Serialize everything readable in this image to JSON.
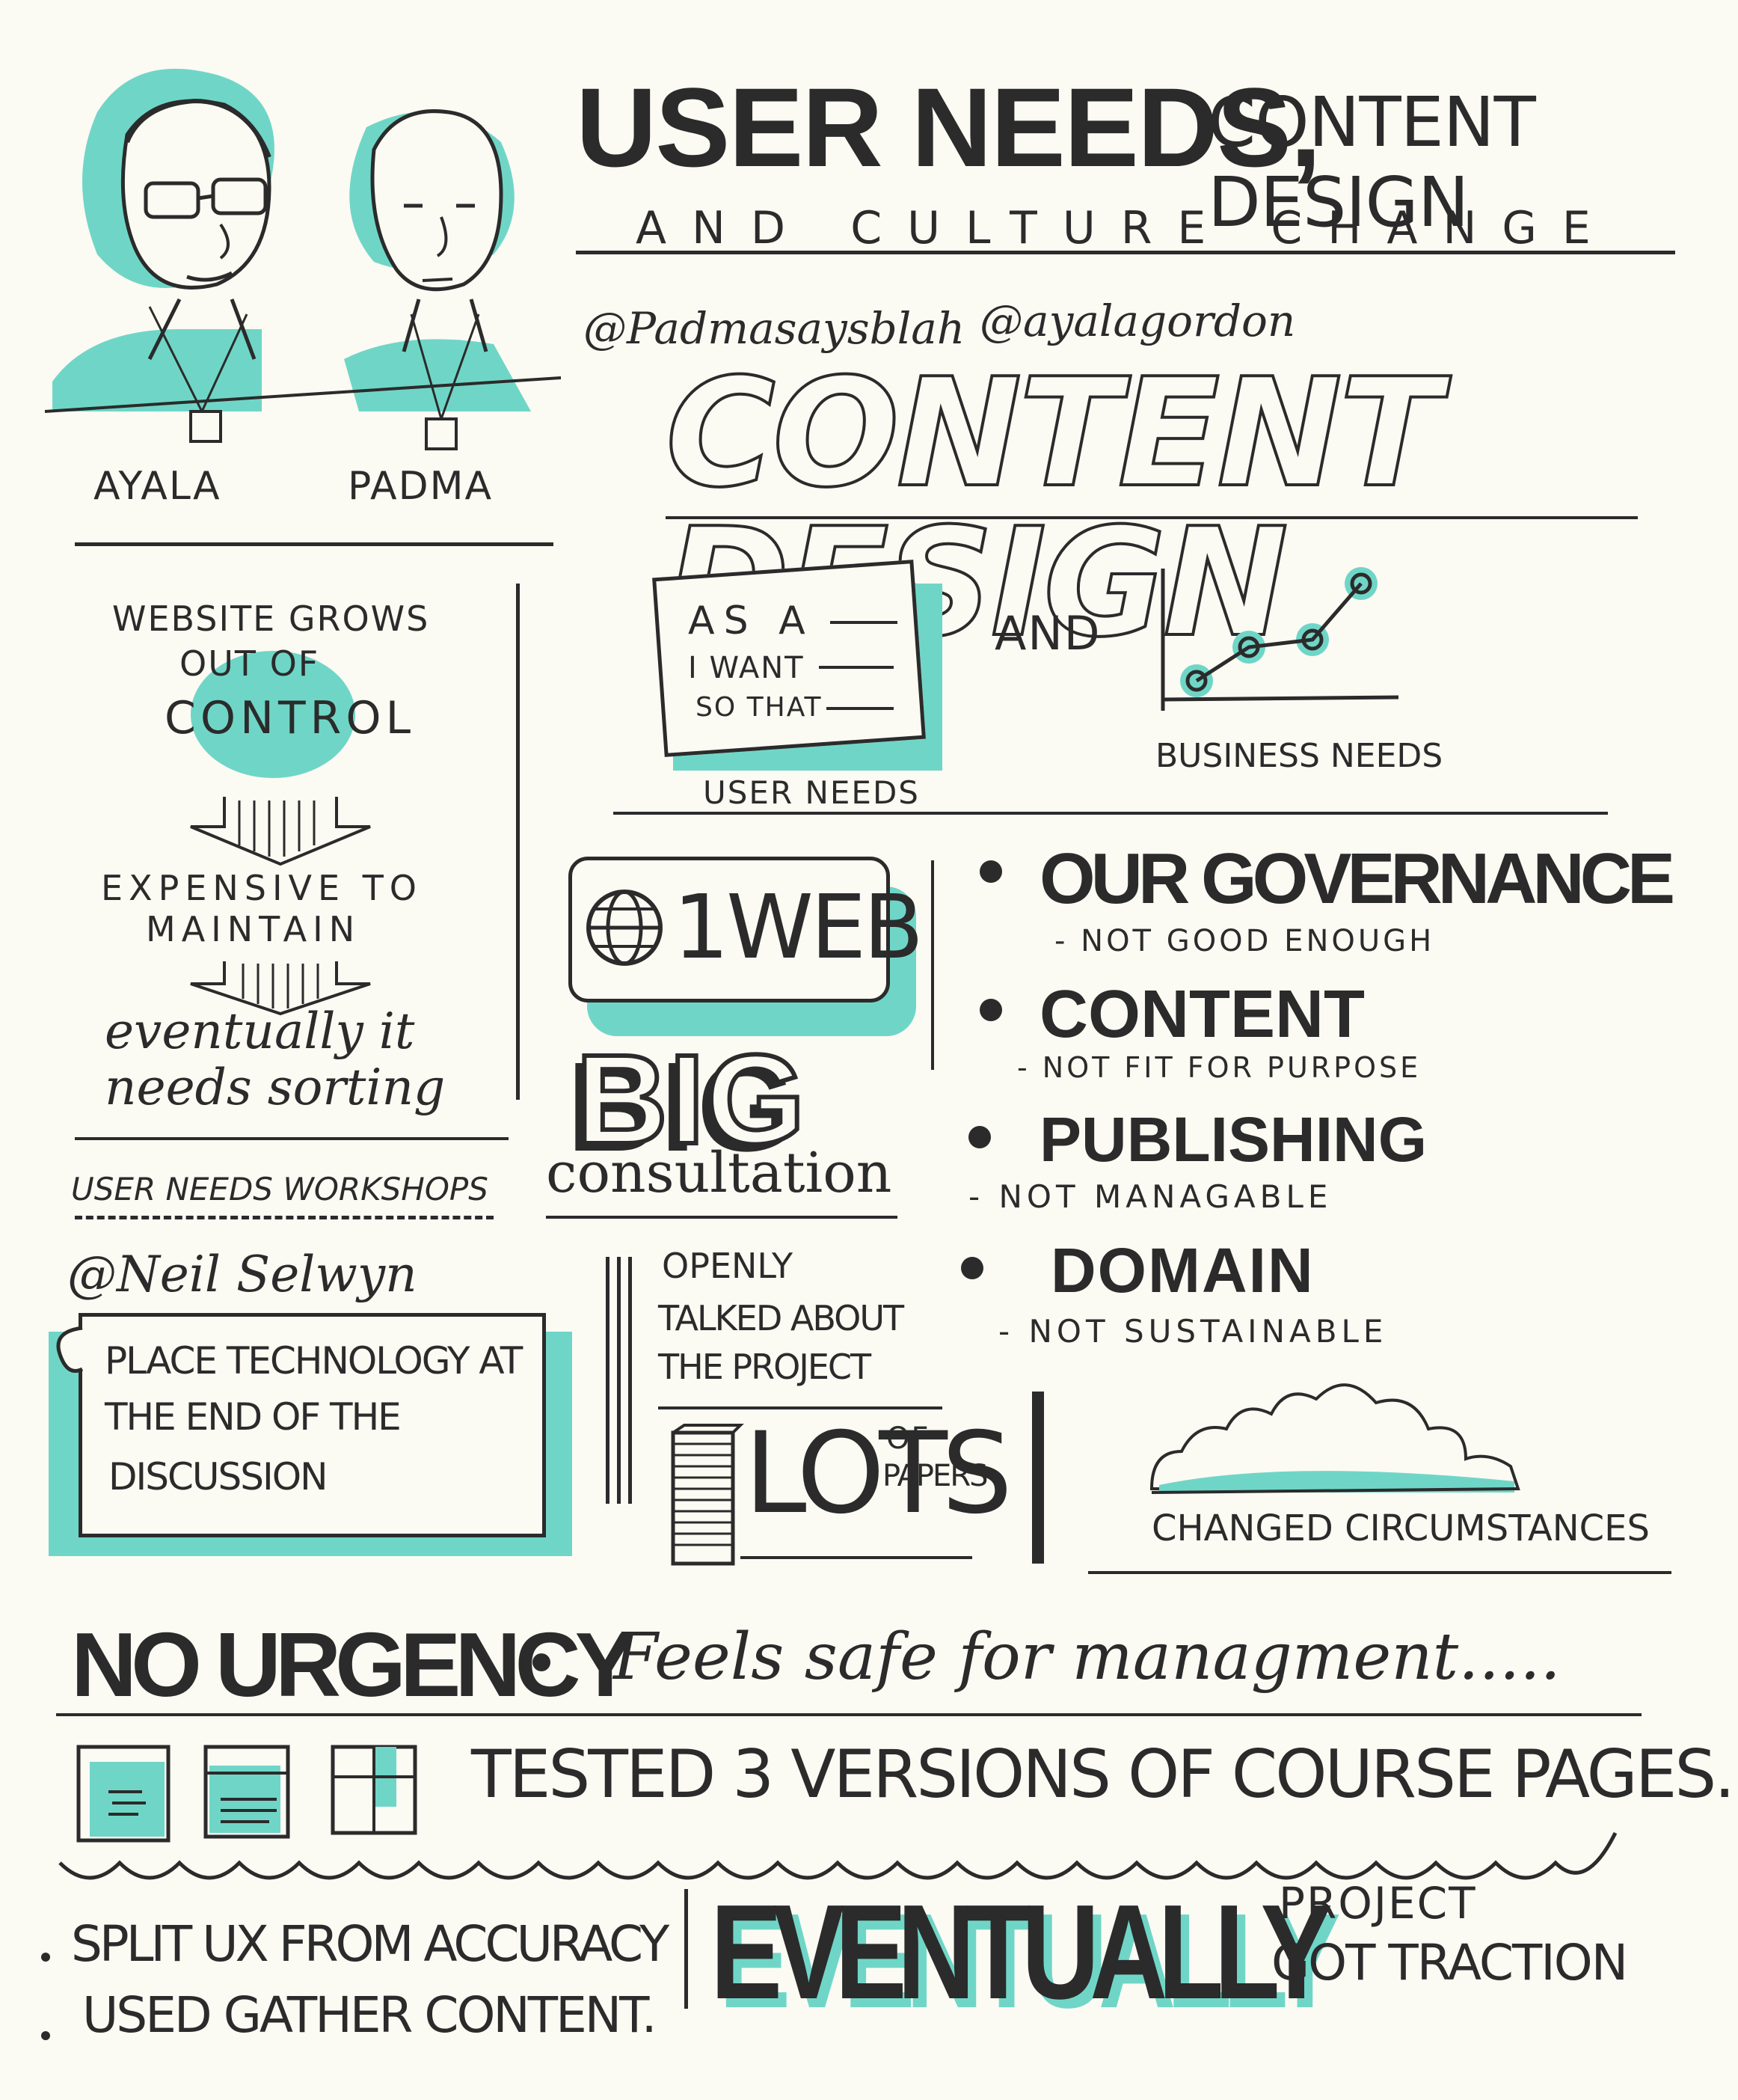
{
  "header": {
    "title_bold": "USER NEEDS,",
    "title_light": "CONTENT DESIGN",
    "subtitle": "AND CULTURE CHANGE",
    "handle_1": "@Padmasaysblah",
    "handle_2": "@ayalagordon"
  },
  "people": {
    "left_name": "AYALA",
    "right_name": "PADMA"
  },
  "content_design": {
    "title": "CONTENT DESIGN",
    "story_line_1": "AS A",
    "story_line_2": "I WANT",
    "story_line_3": "SO THAT",
    "user_needs_label": "USER NEEDS",
    "and_label": "AND",
    "business_needs_label": "BUSINESS NEEDS"
  },
  "left_column": {
    "grows_1": "WEBSITE GROWS",
    "grows_2": "OUT OF",
    "grows_3": "CONTROL",
    "expensive_1": "EXPENSIVE TO",
    "expensive_2": "MAINTAIN",
    "eventually_1": "eventually it",
    "eventually_2": "needs sorting",
    "workshops": "USER NEEDS WORKSHOPS",
    "neil_handle": "@Neil Selwyn",
    "quote_1": "PLACE TECHNOLOGY AT",
    "quote_2": "THE END OF THE",
    "quote_3": "DISCUSSION"
  },
  "middle": {
    "web_label": "1WEB",
    "big_label": "BIG",
    "consultation_label": "consultation",
    "openly_1": "OPENLY",
    "openly_2": "TALKED ABOUT",
    "openly_3": "THE PROJECT",
    "lots_label": "LOTS",
    "of_papers_1": "OF",
    "of_papers_2": "PAPERS"
  },
  "issues": [
    {
      "title": "OUR GOVERNANCE",
      "note": "- NOT GOOD ENOUGH"
    },
    {
      "title": "CONTENT",
      "note": "- NOT FIT FOR PURPOSE"
    },
    {
      "title": "PUBLISHING",
      "note": "- NOT MANAGABLE"
    },
    {
      "title": "DOMAIN",
      "note": "- NOT SUSTAINABLE"
    }
  ],
  "circumstances_label": "CHANGED CIRCUMSTANCES",
  "urgency": {
    "title": "NO URGENCY",
    "note": "Feels safe for managment....."
  },
  "tested_label": "TESTED 3 VERSIONS OF COURSE PAGES.",
  "footer": {
    "bullet_1": "SPLIT UX FROM ACCURACY",
    "bullet_2": "USED GATHER CONTENT.",
    "eventually": "EVENTUALLY",
    "project_1": "PROJECT",
    "project_2": "GOT TRACTION"
  },
  "colors": {
    "ink": "#2b2b2b",
    "accent": "#6fd6c7",
    "paper": "#fbfaf3"
  }
}
